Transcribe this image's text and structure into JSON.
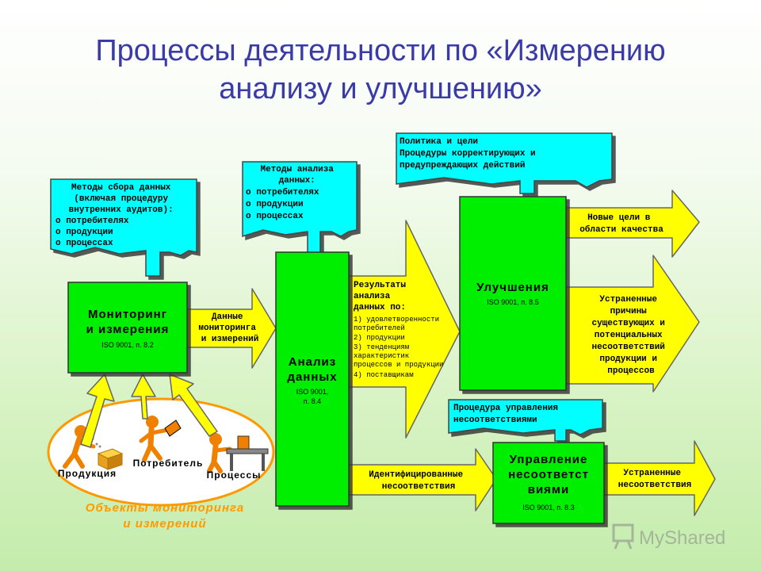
{
  "title": {
    "line1": "Процессы деятельности по «Измерению",
    "line2": "анализу и улучшению»"
  },
  "notes": {
    "collection": {
      "l1": "Методы сбора данных",
      "l2": "(включая процедуру",
      "l3": "внутренних аудитов):",
      "l4": "о потребителях",
      "l5": "о продукции",
      "l6": "о процессах"
    },
    "analysis": {
      "l1": "Методы анализа",
      "l2": "данных:",
      "l3": "о потребителях",
      "l4": "о продукции",
      "l5": "о процессах"
    },
    "policy": {
      "l1": "Политика и цели",
      "l2": "Процедуры корректирующих и",
      "l3": "предупреждающих действий"
    },
    "nc_procedure": {
      "l1": "Процедура управления",
      "l2": "несоответствиями"
    }
  },
  "boxes": {
    "monitoring": {
      "l1": "Мониторинг",
      "l2": "и измерения",
      "ref": "ISO 9001, п. 8.2"
    },
    "analysis": {
      "l1": "Анализ",
      "l2": "данных",
      "ref1": "ISO 9001,",
      "ref2": "п. 8.4"
    },
    "improvement": {
      "l1": "Улучшения",
      "ref": "ISO 9001, п. 8.5"
    },
    "nc_control": {
      "l1": "Управление",
      "l2": "несоответст",
      "l3": "виями",
      "ref": "ISO 9001, п. 8.3"
    }
  },
  "arrows": {
    "monitoring_data": {
      "l1": "Данные",
      "l2": "мониторинга",
      "l3": "и измерений"
    },
    "results": {
      "l1": "Результаты",
      "l2": "анализа",
      "l3": "данных по:",
      "i1": "1) удовлетворенности",
      "i1b": "потребителей",
      "i2": "2) продукции",
      "i3": "3) тенденциям",
      "i3b": "характеристик",
      "i3c": "процессов и продукции",
      "i4": "4) поставщикам"
    },
    "new_goals": {
      "l1": "Новые цели в",
      "l2": "области качества"
    },
    "eliminated_causes": {
      "l1": "Устраненные",
      "l2": "причины",
      "l3": "существующих и",
      "l4": "потенциальных",
      "l5": "несоответствий",
      "l6": "продукции и",
      "l7": "процессов"
    },
    "identified_nc": {
      "l1": "Идентифицированные",
      "l2": "несоответствия"
    },
    "eliminated_nc": {
      "l1": "Устраненные",
      "l2": "несоответствия"
    }
  },
  "objects": {
    "product": "Продукция",
    "consumer": "Потребитель",
    "processes": "Процессы",
    "caption1": "Объекты мониторинга",
    "caption2": "и измерений"
  },
  "watermark": "MyShared",
  "colors": {
    "box_green": "#00ee00",
    "arrow_yellow": "#ffff00",
    "note_cyan": "#00ffff",
    "title_blue": "#3a3aa8",
    "caption_orange": "#ff9900",
    "figure_orange": "#f08000"
  }
}
